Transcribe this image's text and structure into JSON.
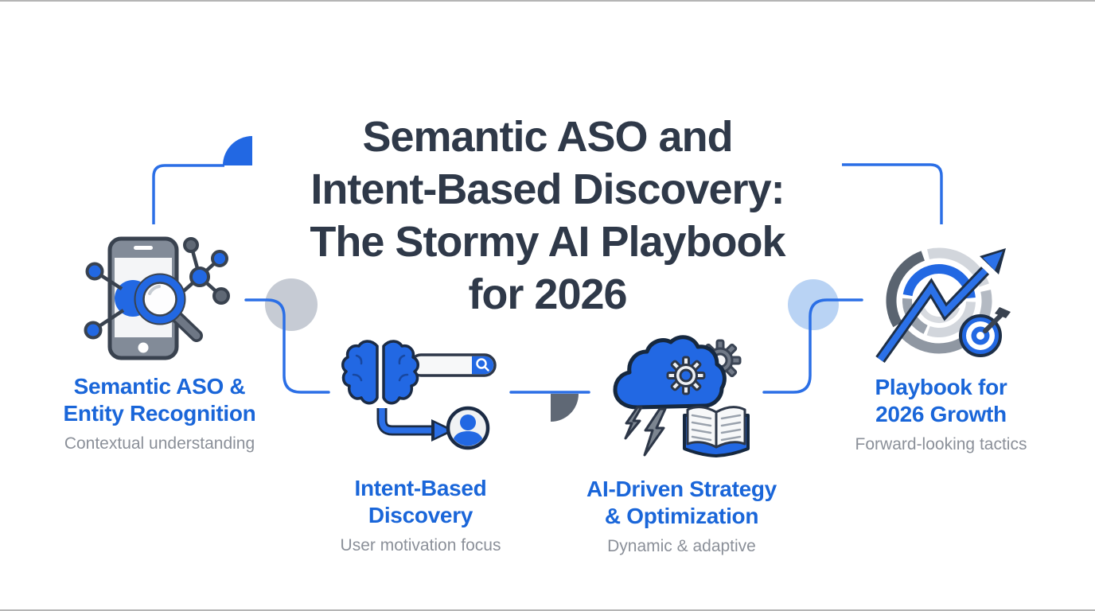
{
  "title": {
    "text": "Semantic ASO  and\nIntent-Based Discovery:\nThe Stormy AI Playbook\nfor 2026"
  },
  "colors": {
    "accent_blue": "#2268e3",
    "connector_blue": "#2b6fe6",
    "section_title": "#1a66d9",
    "subtitle_text": "#8b9099",
    "heading_text": "#2f3949",
    "gray_circle": "#c6cbd4",
    "light_blue_circle": "#b9d3f4",
    "dark_slate": "#5f6875"
  },
  "sections": [
    {
      "icon": "phone-entity-search-icon",
      "title": "Semantic ASO &\nEntity Recognition",
      "subtitle": "Contextual understanding"
    },
    {
      "icon": "brain-search-user-icon",
      "title": "Intent-Based\nDiscovery",
      "subtitle": "User motivation focus"
    },
    {
      "icon": "cloud-gear-strategy-icon",
      "title": "AI-Driven Strategy\n& Optimization",
      "subtitle": "Dynamic & adaptive"
    },
    {
      "icon": "growth-target-icon",
      "title": "Playbook for\n2026 Growth",
      "subtitle": "Forward-looking tactics"
    }
  ]
}
